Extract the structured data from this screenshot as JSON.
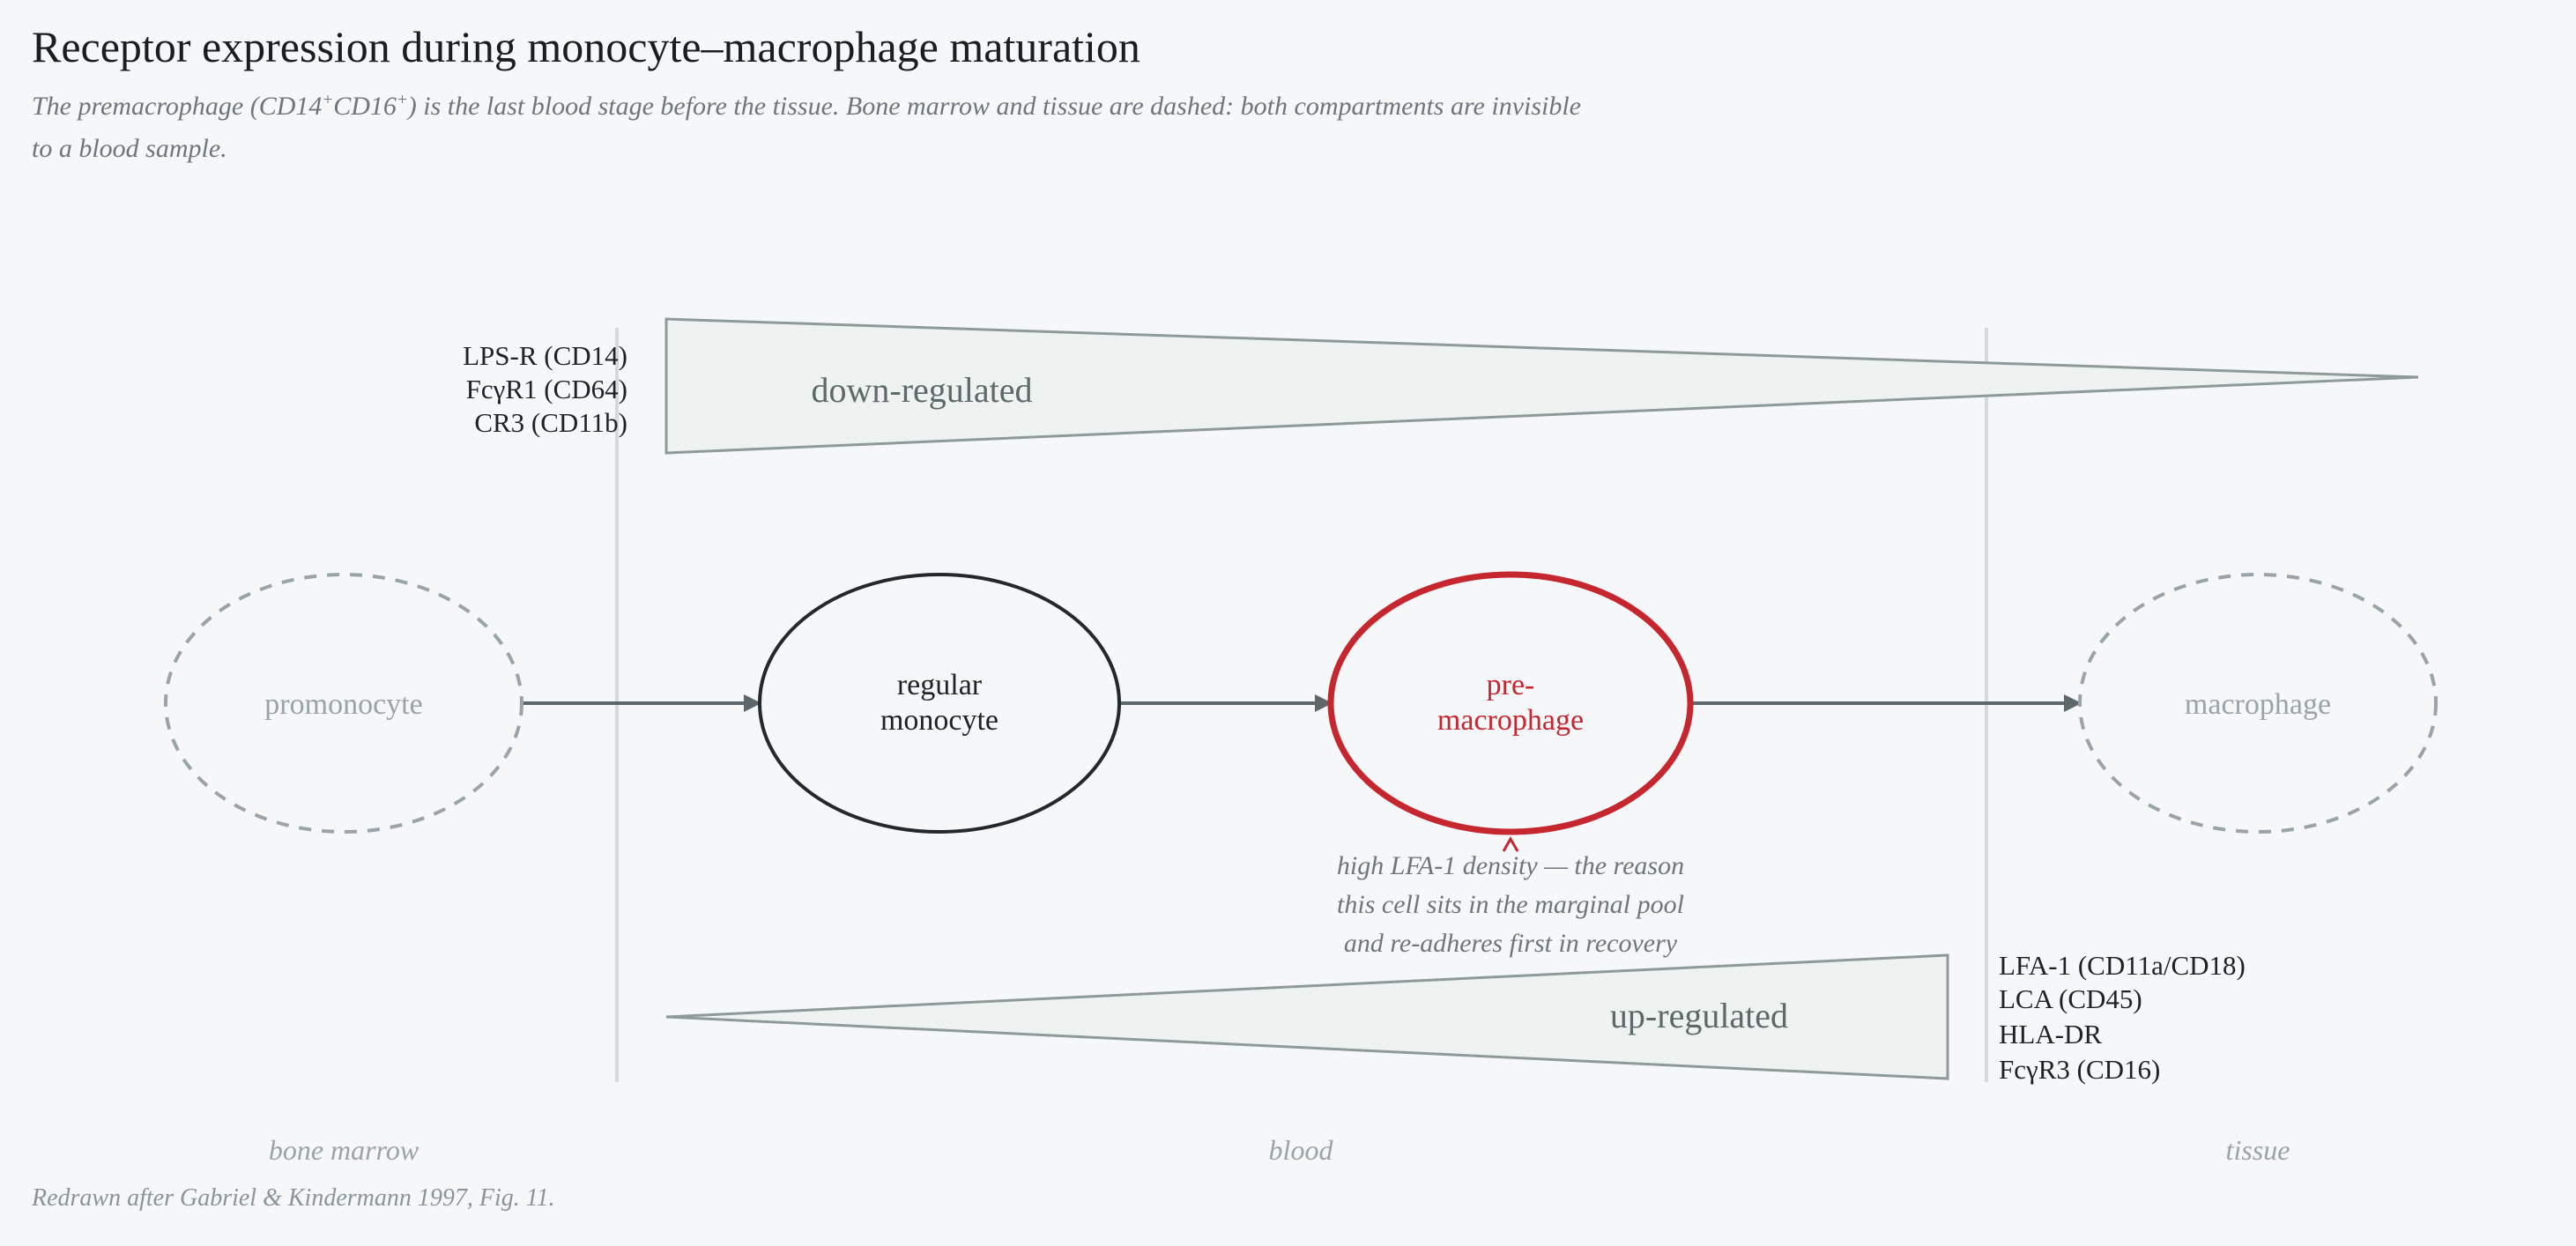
{
  "header": {
    "title": "Receptor expression during monocyte–macrophage maturation",
    "subtitle_part1": "The premacrophage (CD14",
    "subtitle_sup1": "+",
    "subtitle_part2": "CD16",
    "subtitle_sup2": "+",
    "subtitle_part3": ") is the last blood stage before the tissue. Bone marrow and tissue are dashed: both compartments are invisible to a blood sample."
  },
  "nodes": {
    "promonocyte": "promonocyte",
    "regular_monocyte": [
      "regular",
      "monocyte"
    ],
    "premacrophage": [
      "pre-",
      "macrophage"
    ],
    "macrophage": "macrophage"
  },
  "down_regulated": {
    "label": "down-regulated",
    "receptors": [
      "LPS-R (CD14)",
      "FcγR1 (CD64)",
      "CR3 (CD11b)"
    ]
  },
  "up_regulated": {
    "label": "up-regulated",
    "receptors": [
      "LFA-1 (CD11a/CD18)",
      "LCA (CD45)",
      "HLA-DR",
      "FcγR3 (CD16)"
    ]
  },
  "annotation": {
    "lines": [
      "high LFA-1 density — the reason",
      "this cell sits in the marginal pool",
      "and re-adheres first in recovery"
    ]
  },
  "compartments": {
    "bone_marrow": "bone marrow",
    "blood": "blood",
    "tissue": "tissue"
  },
  "credit": "Redrawn after Gabriel & Kindermann 1997, Fig. 11.",
  "colors": {
    "background": "#f5f7f9",
    "accent_red": "#c6262e",
    "dark": "#22282c",
    "muted": "#9aa3a8",
    "wedge_fill": "#eef2f1",
    "wedge_stroke": "#8e9a99",
    "arrow": "#5d676c"
  }
}
